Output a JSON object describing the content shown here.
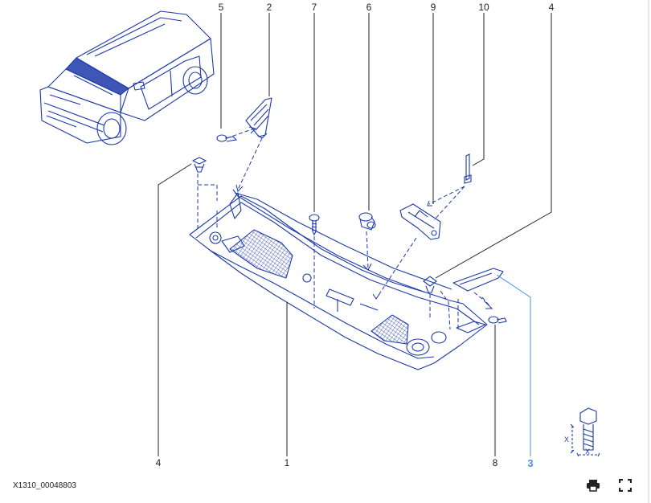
{
  "diagram": {
    "callouts": [
      {
        "label": "5",
        "highlight": false
      },
      {
        "label": "2",
        "highlight": false
      },
      {
        "label": "7",
        "highlight": false
      },
      {
        "label": "6",
        "highlight": false
      },
      {
        "label": "9",
        "highlight": false
      },
      {
        "label": "10",
        "highlight": false
      },
      {
        "label": "4",
        "highlight": false
      },
      {
        "label": "4",
        "highlight": false
      },
      {
        "label": "1",
        "highlight": false
      },
      {
        "label": "8",
        "highlight": false
      },
      {
        "label": "3",
        "highlight": true
      }
    ],
    "torque_symbol_marks": [
      "X",
      "X"
    ],
    "reference_code": "X1310_00048803"
  },
  "toolbar": {
    "print_icon": "printer-icon",
    "fullscreen_icon": "expand-icon"
  },
  "colors": {
    "line_art": "#1c3aa9",
    "highlight": "#4a90e2",
    "text": "#222222"
  }
}
